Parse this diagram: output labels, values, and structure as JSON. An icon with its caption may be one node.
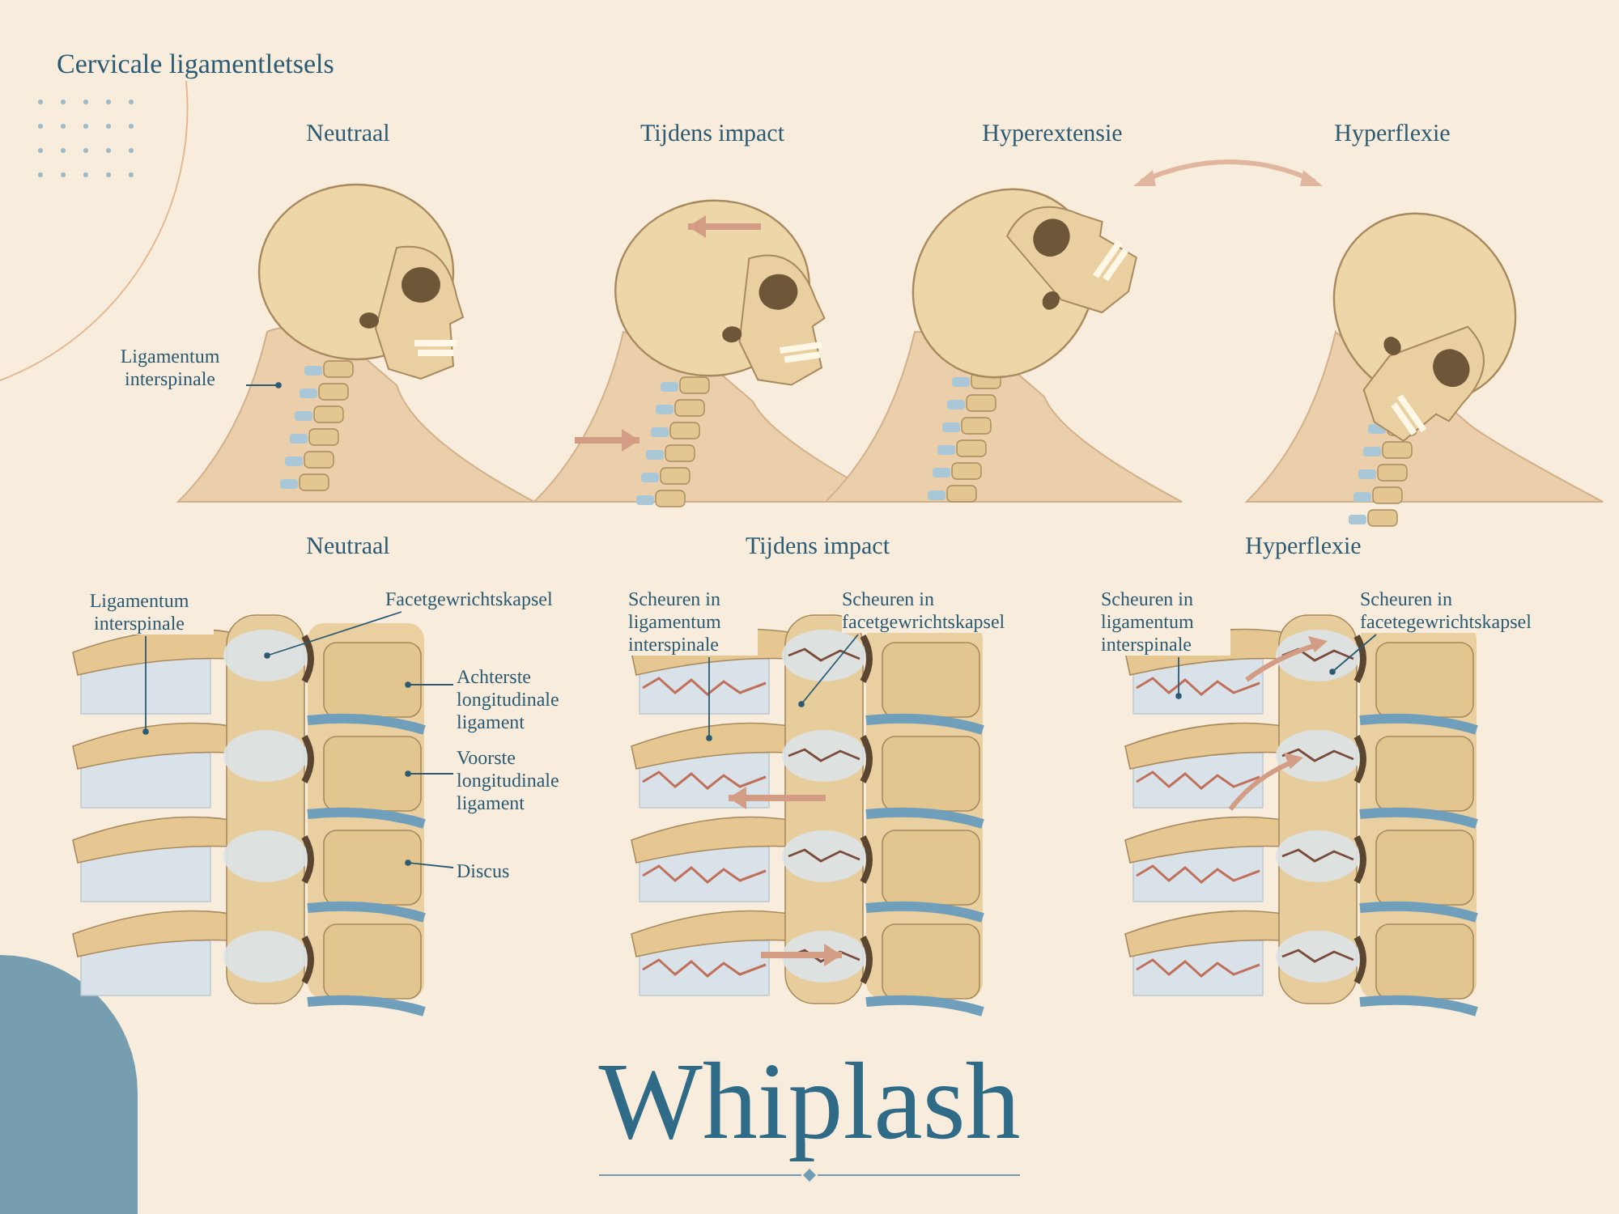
{
  "diagram": {
    "title": "Whiplash",
    "nodes": [
      {
        "text": [
          "Ligamentum interspinale"
        ]
      },
      {
        "text": [
          "Ligamentum interspinale"
        ]
      },
      {
        "text": [
          "Facetgewrichtskapsel"
        ]
      },
      {
        "text": [
          "Achterste longitudinale ligament"
        ]
      },
      {
        "text": [
          "Voorste longitudinale ligament"
        ]
      },
      {
        "text": [
          "Discus"
        ]
      },
      {
        "text": [
          "Scheuren in ligamentum interspinale"
        ]
      },
      {
        "text": [
          "Scheuren in facetgewrichtskapsel"
        ]
      },
      {
        "text": [
          "Scheuren in ligamentum interspinale"
        ]
      },
      {
        "text": [
          "Scheuren in facetegewrichtskapsel"
        ]
      }
    ],
    "edges": [
      {
        "from": 0,
        "to": null,
        "arrow": "other"
      },
      {
        "from": 1,
        "to": null,
        "arrow": "other"
      },
      {
        "from": 2,
        "to": null,
        "arrow": "other"
      },
      {
        "from": 3,
        "to": null,
        "arrow": "other"
      },
      {
        "from": 4,
        "to": null,
        "arrow": "other"
      },
      {
        "from": 5,
        "to": null,
        "arrow": "other"
      },
      {
        "from": 6,
        "to": null,
        "arrow": "other"
      },
      {
        "from": 7,
        "to": null,
        "arrow": "other"
      },
      {
        "from": 8,
        "to": null,
        "arrow": "other"
      },
      {
        "from": 9,
        "to": null,
        "arrow": "other"
      }
    ],
    "labels": [
      "Cervicale ligamentletsels",
      "Neutraal",
      "Tijdens impact",
      "Hyperextensie",
      "Hyperflexie",
      "Neutraal",
      "Tijdens impact",
      "Hyperflexie"
    ]
  }
}
